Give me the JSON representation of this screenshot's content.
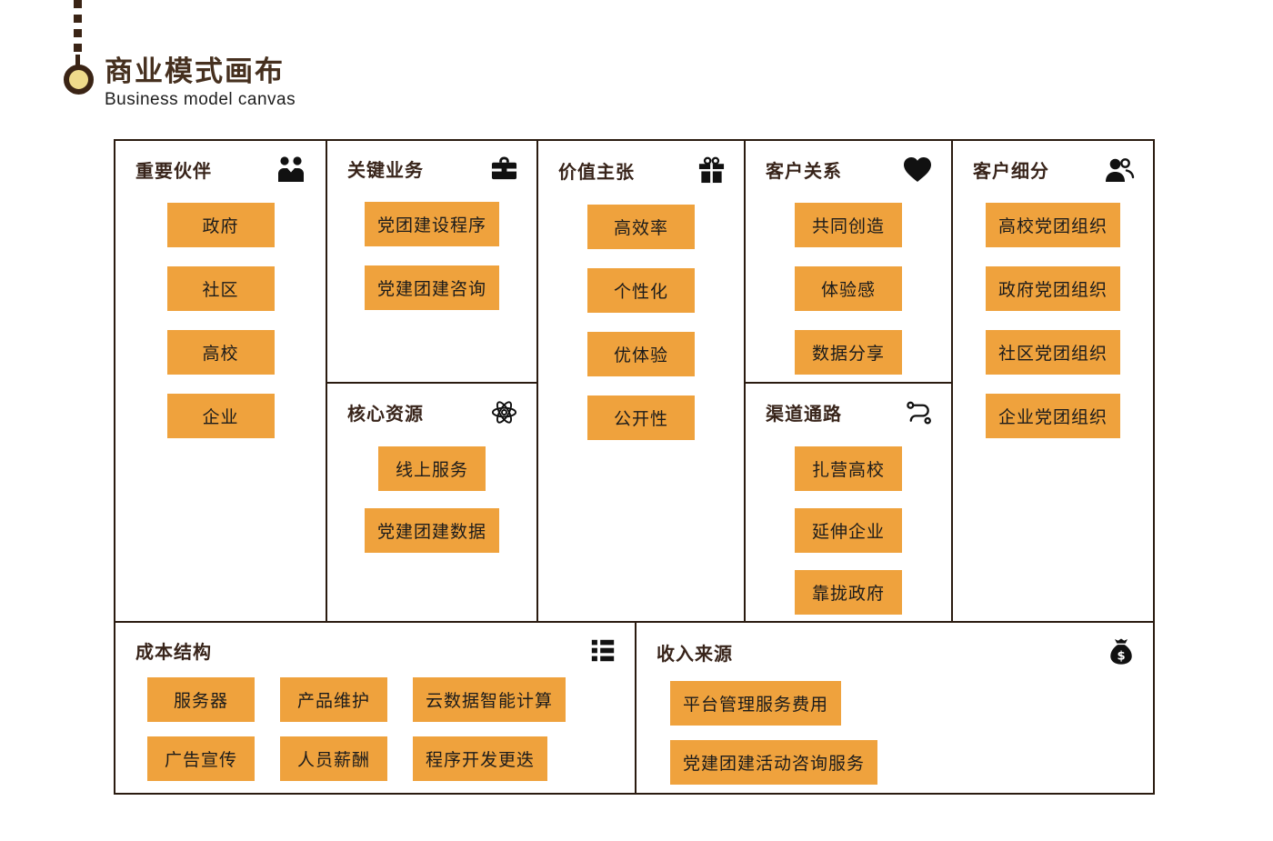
{
  "header": {
    "title": "商业模式画布",
    "subtitle": "Business model canvas"
  },
  "canvas": {
    "colors": {
      "accent": "#EFA23D",
      "border": "#2A1B10",
      "title_brown": "#46301F",
      "dot_fill": "#EEDA8B"
    },
    "sections": [
      {
        "id": "key_partners",
        "title": "重要伙伴",
        "icon": "partners-icon",
        "items": [
          "政府",
          "社区",
          "高校",
          "企业"
        ]
      },
      {
        "id": "key_activities",
        "title": "关键业务",
        "icon": "briefcase-icon",
        "items": [
          "党团建设程序",
          "党建团建咨询"
        ]
      },
      {
        "id": "key_resources",
        "title": "核心资源",
        "icon": "atom-icon",
        "items": [
          "线上服务",
          "党建团建数据"
        ]
      },
      {
        "id": "value_propositions",
        "title": "价值主张",
        "icon": "gift-icon",
        "items": [
          "高效率",
          "个性化",
          "优体验",
          "公开性"
        ]
      },
      {
        "id": "customer_relationships",
        "title": "客户关系",
        "icon": "heart-icon",
        "items": [
          "共同创造",
          "体验感",
          "数据分享"
        ]
      },
      {
        "id": "channels",
        "title": "渠道通路",
        "icon": "route-icon",
        "items": [
          "扎营高校",
          "延伸企业",
          "靠拢政府"
        ]
      },
      {
        "id": "customer_segments",
        "title": "客户细分",
        "icon": "users-icon",
        "items": [
          "高校党团组织",
          "政府党团组织",
          "社区党团组织",
          "企业党团组织"
        ]
      },
      {
        "id": "cost_structure",
        "title": "成本结构",
        "icon": "list-icon",
        "items": [
          "服务器",
          "产品维护",
          "云数据智能计算",
          "广告宣传",
          "人员薪酬",
          "程序开发更迭"
        ]
      },
      {
        "id": "revenue_streams",
        "title": "收入来源",
        "icon": "money-bag-icon",
        "items": [
          "平台管理服务费用",
          "党建团建活动咨询服务"
        ]
      }
    ]
  }
}
